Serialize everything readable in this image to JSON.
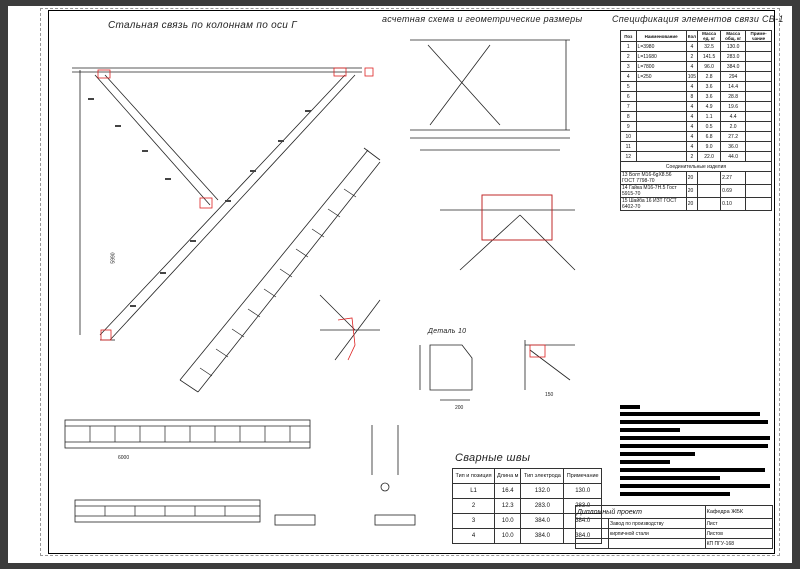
{
  "titles": {
    "main": "Стальная связь по колоннам по оси Г",
    "scheme": "асчетная схема и геометрические размеры",
    "spec": "Спецификация элементов связи СВ-1",
    "welds": "Сварные швы",
    "detail": "Деталь 10"
  },
  "spec_table": {
    "headers": [
      "Поз",
      "Наименование",
      "Кол",
      "Масса ед. кг",
      "Масса общ. кг",
      "Приме- чание"
    ],
    "rows": [
      [
        "1",
        "L=3980",
        "4",
        "32.5",
        "130.0",
        ""
      ],
      [
        "2",
        "L=11680",
        "2",
        "141.5",
        "283.0",
        ""
      ],
      [
        "3",
        "L=7800",
        "4",
        "96.0",
        "384.0",
        ""
      ],
      [
        "4",
        "L=250",
        "105",
        "2.8",
        "294",
        ""
      ],
      [
        "5",
        "",
        "4",
        "3.6",
        "14.4",
        ""
      ],
      [
        "6",
        "",
        "8",
        "3.6",
        "28.8",
        ""
      ],
      [
        "7",
        "",
        "4",
        "4.9",
        "19.6",
        ""
      ],
      [
        "8",
        "",
        "4",
        "1.1",
        "4.4",
        ""
      ],
      [
        "9",
        "",
        "4",
        "0.5",
        "2.0",
        ""
      ],
      [
        "10",
        "",
        "4",
        "6.8",
        "27.2",
        ""
      ],
      [
        "11",
        "",
        "4",
        "9.0",
        "36.0",
        ""
      ],
      [
        "12",
        "",
        "2",
        "22.0",
        "44.0",
        ""
      ]
    ],
    "section": "Соединительные изделия",
    "extra": [
      [
        "13 Болт М16-6gX8.56 ГОСТ 7798-70",
        "20",
        "2.27"
      ],
      [
        "14 Гайка М16-7Н.5 Гост 5915-70",
        "20",
        "0.69"
      ],
      [
        "15 Шайба 16 ИЗТ ГОСТ 6402-70",
        "20",
        "0.10"
      ]
    ]
  },
  "weld_table": {
    "headers": [
      "Тип и позиция",
      "Длина м",
      "Тип электрода",
      "Примечание"
    ],
    "rows": [
      [
        "L1",
        "16.4",
        "132.0",
        "130.0"
      ],
      [
        "2",
        "12.3",
        "283.0",
        "283.0"
      ],
      [
        "3",
        "10.0",
        "384.0",
        "384.0"
      ],
      [
        "4",
        "10.0",
        "384.0",
        "384.0"
      ]
    ]
  },
  "stamp": {
    "project": "Дипломный проект",
    "code": "Кафедра ЖБК",
    "desc1": "Завод по производству",
    "desc2": "кирпичной стали",
    "sheet_label": "Лист",
    "sheets_label": "Листов",
    "footer": "КП ПГУ-168"
  },
  "dims": {
    "d1": "5990",
    "d2": "6000",
    "d3": "200",
    "d4": "150"
  }
}
